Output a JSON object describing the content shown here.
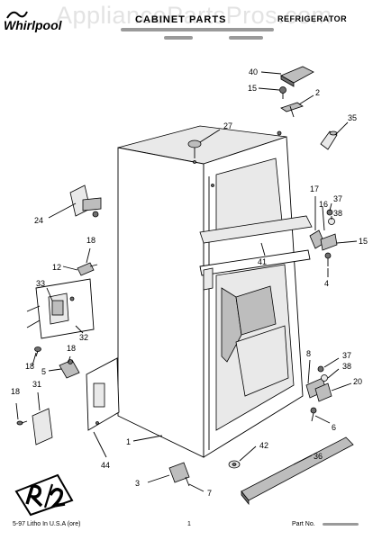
{
  "header": {
    "watermark": "AppliancePartsPros.com",
    "brand": "Whirlpool",
    "title": "CABINET PARTS",
    "section": "REFRIGERATOR"
  },
  "callouts": {
    "c1": "1",
    "c2": "2",
    "c3": "3",
    "c4": "4",
    "c5": "5",
    "c6": "6",
    "c7": "7",
    "c8": "8",
    "c12": "12",
    "c15a": "15",
    "c15b": "15",
    "c16": "16",
    "c17": "17",
    "c18a": "18",
    "c18b": "18",
    "c18c": "18",
    "c18d": "18",
    "c20": "20",
    "c24": "24",
    "c27": "27",
    "c31": "31",
    "c32": "32",
    "c33": "33",
    "c35": "35",
    "c36": "36",
    "c37a": "37",
    "c37b": "37",
    "c38a": "38",
    "c38b": "38",
    "c40": "40",
    "c41": "41",
    "c42": "42",
    "c44": "44"
  },
  "footer": {
    "left": "5-97 Litho In U.S.A (ore)",
    "page": "1",
    "right": "Part No."
  },
  "colors": {
    "line": "#000000",
    "shade_dark": "#6f6f6f",
    "shade_mid": "#bdbdbd",
    "watermark": "#e3e3e3"
  }
}
